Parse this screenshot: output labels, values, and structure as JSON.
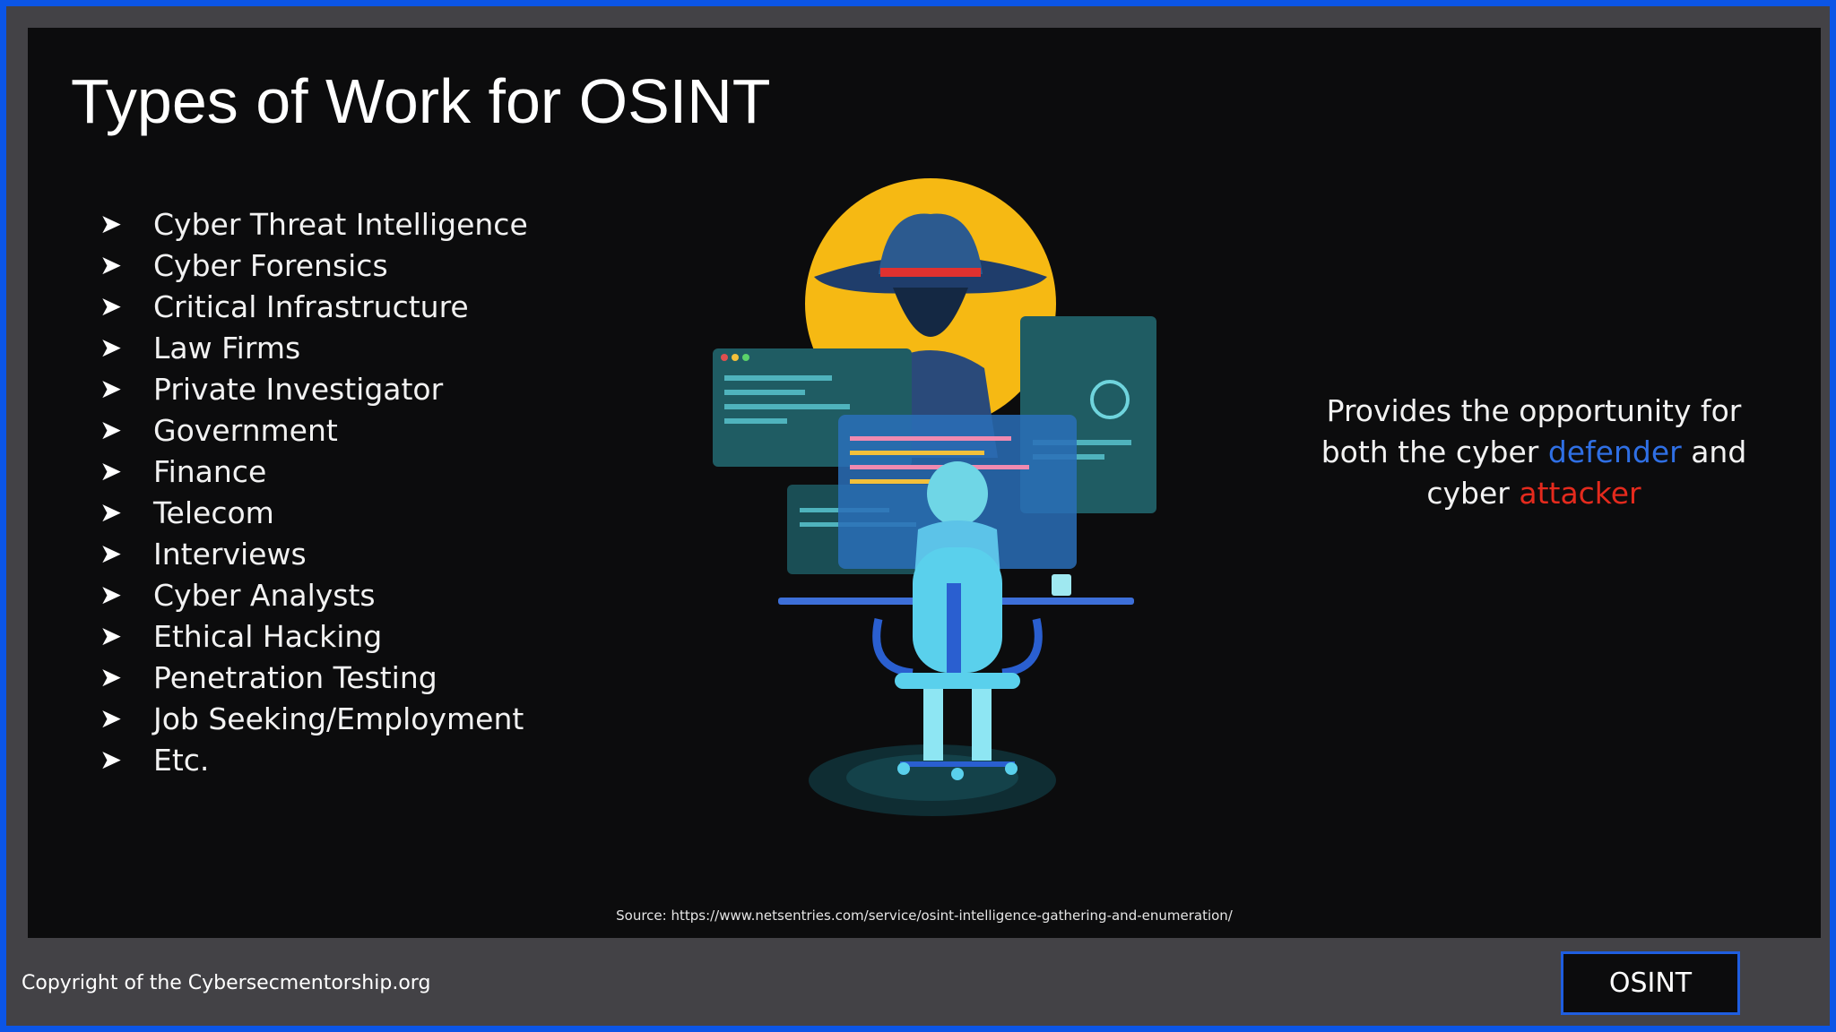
{
  "slide": {
    "title": "Types of Work for OSINT",
    "bullet_icon": "arrow-bullet-icon",
    "bullets": [
      "Cyber Threat Intelligence",
      "Cyber Forensics",
      "Critical Infrastructure",
      "Law Firms",
      "Private Investigator",
      "Government",
      "Finance",
      "Telecom",
      "Interviews",
      "Cyber Analysts",
      "Ethical Hacking",
      "Penetration Testing",
      "Job Seeking/Employment",
      "Etc."
    ],
    "callout": {
      "line1": "Provides the opportunity for",
      "line2_pre": "both the cyber ",
      "defender": "defender",
      "line2_post": " and",
      "line3_pre": "cyber ",
      "attacker": "attacker"
    },
    "source": "Source: https://www.netsentries.com/service/osint-intelligence-gathering-and-enumeration/"
  },
  "footer": {
    "copyright": "Copyright of the Cybersecmentorship.org",
    "badge": "OSINT"
  },
  "colors": {
    "frame_border": "#0b55e6",
    "footer_bg": "#434246",
    "slide_bg": "#0c0c0d",
    "defender": "#2f6fe4",
    "attacker": "#e42a1d",
    "illustration_sun": "#f6b913",
    "illustration_teal": "#2f8f99"
  }
}
